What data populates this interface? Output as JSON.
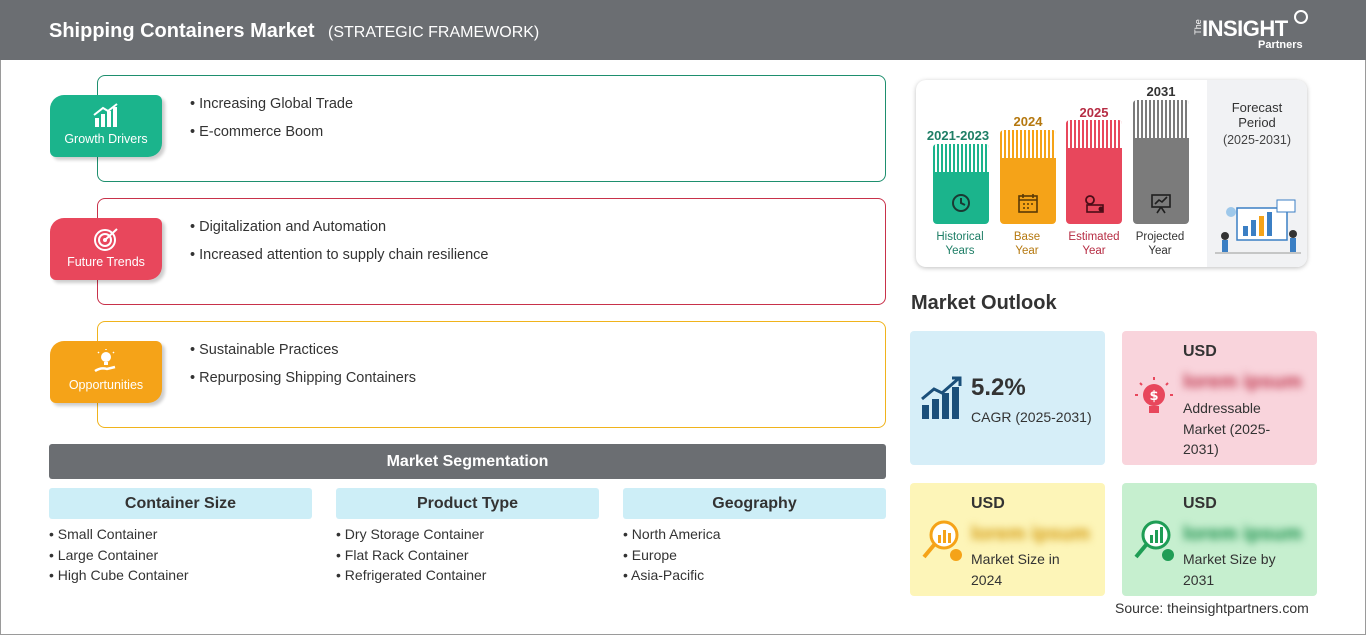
{
  "header": {
    "title": "Shipping Containers Market",
    "subtitle": "(STRATEGIC FRAMEWORK)",
    "logo": {
      "the": "The",
      "insight": "INSIGHT",
      "partners": "Partners"
    }
  },
  "framework": [
    {
      "label": "Growth Drivers",
      "icon": "growth-chart-icon",
      "color": "#1bb48c",
      "border": "#1e8f6e",
      "items": [
        "Increasing Global Trade",
        "E-commerce Boom"
      ]
    },
    {
      "label": "Future Trends",
      "icon": "target-icon",
      "color": "#e8475c",
      "border": "#c8314a",
      "items": [
        "Digitalization and Automation",
        "Increased attention to supply chain resilience"
      ]
    },
    {
      "label": "Opportunities",
      "icon": "lightbulb-hand-icon",
      "color": "#f5a318",
      "border": "#f0b31c",
      "items": [
        "Sustainable Practices",
        "Repurposing Shipping Containers"
      ]
    }
  ],
  "segmentation": {
    "title": "Market Segmentation",
    "columns": [
      {
        "heading": "Container Size",
        "items": [
          "Small Container",
          "Large Container",
          "High Cube Container"
        ]
      },
      {
        "heading": "Product Type",
        "items": [
          "Dry Storage Container",
          "Flat Rack Container",
          "Refrigerated Container"
        ]
      },
      {
        "heading": "Geography",
        "items": [
          "North America",
          "Europe",
          "Asia-Pacific"
        ]
      }
    ]
  },
  "timeline": {
    "bars": [
      {
        "year": "2021-2023",
        "caption_line1": "Historical",
        "caption_line2": "Years",
        "color": "#1bb48c",
        "text_color": "#1e7e66",
        "icon": "history-icon"
      },
      {
        "year": "2024",
        "caption_line1": "Base",
        "caption_line2": "Year",
        "color": "#f5a318",
        "text_color": "#b5780f",
        "icon": "calendar-icon"
      },
      {
        "year": "2025",
        "caption_line1": "Estimated",
        "caption_line2": "Year",
        "color": "#e8475c",
        "text_color": "#b62c43",
        "icon": "estimate-gear-icon"
      },
      {
        "year": "2031",
        "caption_line1": "Projected",
        "caption_line2": "Year",
        "color": "#7b7b7b",
        "text_color": "#333333",
        "icon": "presentation-icon"
      }
    ],
    "forecast_title_line1": "Forecast",
    "forecast_title_line2": "Period",
    "forecast_range": "(2025-2031)"
  },
  "outlook": {
    "title": "Market Outlook",
    "cagr": {
      "value": "5.2%",
      "label": "CAGR (2025-2031)",
      "bg": "#d6eef8",
      "icon": "rising-bars-icon"
    },
    "addressable": {
      "currency": "USD",
      "blurred": "lorem ipsum",
      "line1": "Addressable",
      "line2": "Market (2025-",
      "line3": "2031)",
      "bg": "#f9d4dc",
      "icon": "money-lightbulb-icon"
    },
    "size_2024": {
      "currency": "USD",
      "blurred": "lorem ipsum",
      "line1": "Market Size in",
      "line2": "2024",
      "bg": "#fdf5b8",
      "icon": "magnifier-chart-icon"
    },
    "size_2031": {
      "currency": "USD",
      "blurred": "lorem ipsum",
      "line1": "Market Size by",
      "line2": "2031",
      "bg": "#c6efcf",
      "icon": "magnifier-growth-icon"
    }
  },
  "source": "Source: theinsightpartners.com"
}
